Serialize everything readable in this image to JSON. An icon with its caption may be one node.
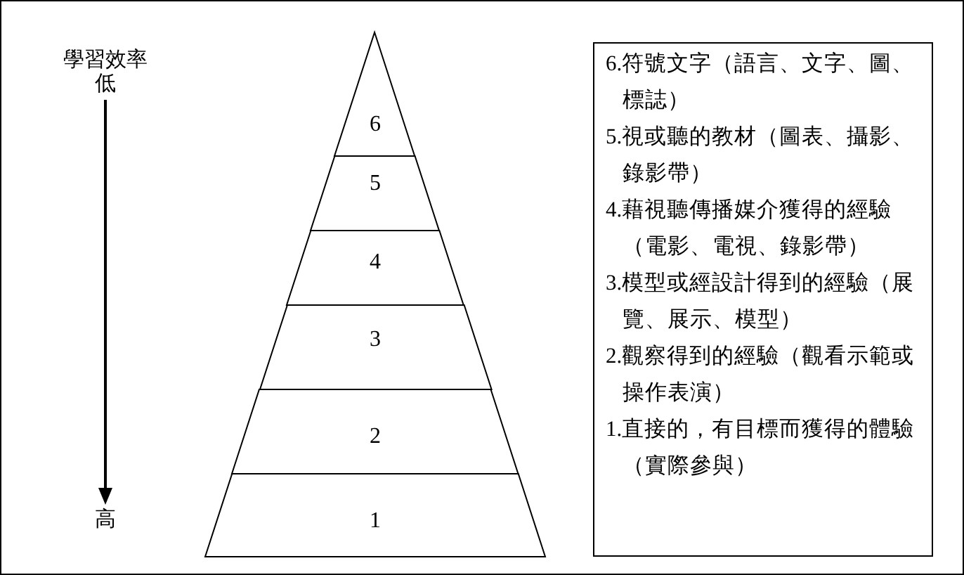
{
  "diagram": {
    "nodes": [
      {
        "text": [
          "6"
        ]
      },
      {
        "text": [
          "5"
        ]
      },
      {
        "text": [
          "4"
        ]
      },
      {
        "text": [
          "3"
        ]
      },
      {
        "text": [
          "2"
        ]
      },
      {
        "text": [
          "1"
        ]
      },
      {
        "text": [
          "6.符號文字（語言、文字、圖、標誌）",
          "5.視或聽的教材（圖表、攝影、錄影帶）",
          "4.藉視聽傳播媒介獲得的經驗（電影、電視、錄影帶）",
          "3.模型或經設計得到的經驗（展覽、展示、模型）",
          "2.觀察得到的經驗（觀看示範或操作表演）",
          "1.直接的，有目標而獲得的體驗（實際參與）"
        ]
      }
    ],
    "edges": [],
    "labels": [
      "學習效率",
      "低",
      "高"
    ]
  }
}
